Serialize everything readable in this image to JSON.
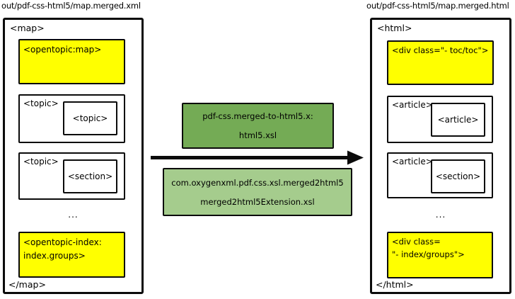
{
  "colors": {
    "yellow": "#ffff00",
    "green_dark": "#74ab55",
    "green_light": "#a5cc8d",
    "arrow": "#0b0b0b"
  },
  "left_panel": {
    "title": "out/pdf-css-html5/map.merged.xml",
    "open_tag": "<map>",
    "close_tag": "</map>",
    "opentopic_map": "<opentopic:map>",
    "topic1": {
      "outer": "<topic>",
      "inner": "<topic>"
    },
    "topic2": {
      "outer": "<topic>",
      "inner": "<section>"
    },
    "ellipsis": "...",
    "opentopic_index_line1": "<opentopic-index:",
    "opentopic_index_line2": "index.groups>"
  },
  "transform": {
    "stylesheet_box": {
      "line1": "pdf-css.merged-to-html5.x:",
      "line2": "html5.xsl"
    },
    "extension_box": {
      "line1": "com.oxygenxml.pdf.css.xsl.merged2html5",
      "line2": "merged2html5Extension.xsl"
    }
  },
  "right_panel": {
    "title": "out/pdf-css-html5/map.merged.html",
    "open_tag": "<html>",
    "close_tag": "</html>",
    "toc_div": "<div class=\"- toc/toc\">",
    "article1": {
      "outer": "<article>",
      "inner": "<article>"
    },
    "article2": {
      "outer": "<article>",
      "inner": "<section>"
    },
    "ellipsis": "...",
    "index_div_line1": "<div class=",
    "index_div_line2": "\"- index/groups\">"
  }
}
